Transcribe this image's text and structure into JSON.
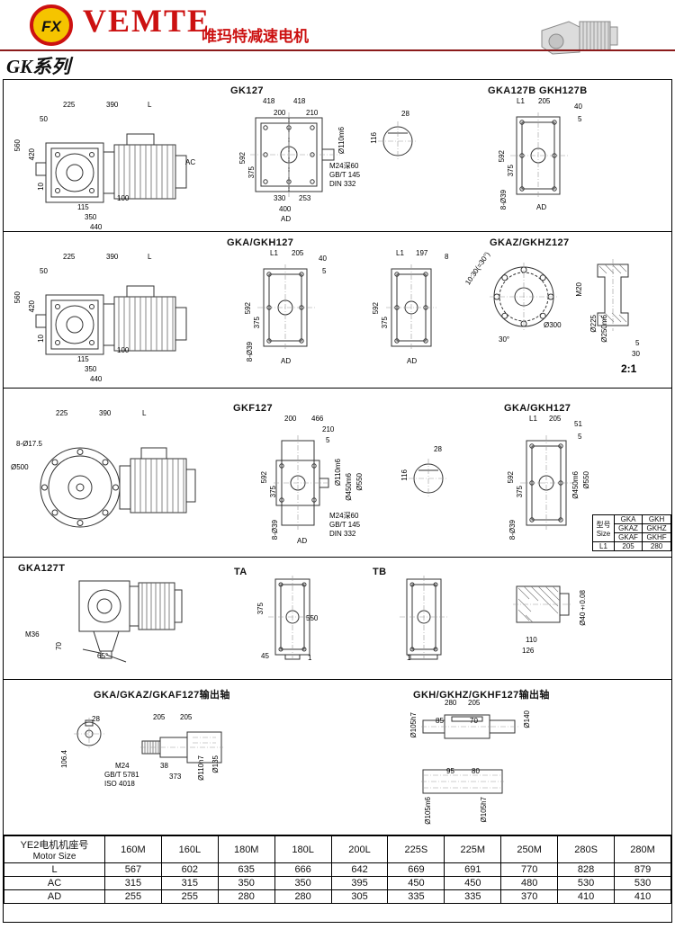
{
  "header": {
    "logo_mark": "FX",
    "brand": "VEMTE",
    "subtitle": "唯玛特减速电机",
    "series_title": "GK系列"
  },
  "colors": {
    "brand_red": "#cc1111",
    "rule_red": "#8b1a1a"
  },
  "panels": {
    "side127": {
      "labels": [
        "225",
        "390",
        "L",
        "50",
        "560",
        "420",
        "10",
        "100",
        "115",
        "350",
        "440",
        "AC"
      ]
    },
    "gk127_front": {
      "title": "GK127",
      "labels": [
        "418",
        "418",
        "200",
        "210",
        "Ø110m6",
        "592",
        "375",
        "330",
        "253",
        "400",
        "AD"
      ],
      "note": [
        "M24深60",
        "GB/T 145",
        "DIN 332"
      ]
    },
    "shaft_section": {
      "labels": [
        "28",
        "116"
      ]
    },
    "gka127b_front": {
      "title": "GKA127B GKH127B",
      "labels": [
        "L1",
        "205",
        "40",
        "5",
        "592",
        "375",
        "8-Ø39",
        "AD"
      ]
    },
    "gka_gkh127_front": {
      "title": "GKA/GKH127",
      "labels": [
        "L1",
        "205",
        "40",
        "5",
        "592",
        "375",
        "8-Ø39",
        "AD"
      ]
    },
    "gkz_front": {
      "labels": [
        "L1",
        "197",
        "8",
        "592",
        "375",
        "AD"
      ]
    },
    "gkaz127": {
      "title": "GKAZ/GKHZ127",
      "labels": [
        "10:30(=30°)",
        "30°",
        "Ø300",
        "M20",
        "Ø225",
        "Ø250m6",
        "5",
        "30"
      ],
      "scale_label": "2:1"
    },
    "gkf127_side": {
      "labels": [
        "225",
        "390",
        "L",
        "8-Ø17.5",
        "Ø500"
      ]
    },
    "gkf127_front": {
      "title": "GKF127",
      "labels": [
        "200",
        "466",
        "210",
        "5",
        "Ø110m6",
        "Ø450m6",
        "Ø550",
        "592",
        "375",
        "8-Ø39",
        "AD"
      ],
      "note": [
        "M24深60",
        "GB/T 145",
        "DIN 332"
      ]
    },
    "gka_gkh127_front2": {
      "title": "GKA/GKH127",
      "labels": [
        "L1",
        "205",
        "51",
        "5",
        "592",
        "375",
        "Ø450m6",
        "Ø550",
        "8-Ø39"
      ]
    },
    "size_table": {
      "model_cn": "型号",
      "model_en": "Size",
      "cells": [
        [
          "GKA",
          "GKH"
        ],
        [
          "GKAZ",
          "GKHZ"
        ],
        [
          "GKAF",
          "GKHF"
        ]
      ],
      "l1": [
        "L1",
        "205",
        "280"
      ]
    },
    "gka127t": {
      "title": "GKA127T",
      "labels": [
        "M36",
        "70",
        "65°"
      ]
    },
    "ta": {
      "title": "TA",
      "labels": [
        "375",
        "550",
        "45",
        "1"
      ]
    },
    "tb": {
      "title": "TB",
      "labels": [
        "1"
      ]
    },
    "shaft_detail": {
      "labels": [
        "110",
        "126",
        "Ø40±0.08"
      ]
    },
    "out_a": {
      "title": "GKA/GKAZ/GKAF127输出轴",
      "labels": [
        "28",
        "106.4",
        "205",
        "205",
        "M24",
        "GB/T 5781",
        "ISO 4018",
        "38",
        "373",
        "Ø110h7",
        "Ø135"
      ]
    },
    "out_h": {
      "title": "GKH/GKHZ/GKHF127输出轴",
      "labels": [
        "Ø105h7",
        "280",
        "205",
        "85",
        "70",
        "Ø140",
        "95",
        "80",
        "Ø105m6",
        "Ø105h7"
      ]
    }
  },
  "motor_table": {
    "header_cn": "YE2电机机座号",
    "header_en": "Motor Size",
    "columns": [
      "160M",
      "160L",
      "180M",
      "180L",
      "200L",
      "225S",
      "225M",
      "250M",
      "280S",
      "280M"
    ],
    "rows": [
      {
        "label": "L",
        "values": [
          "567",
          "602",
          "635",
          "666",
          "642",
          "669",
          "691",
          "770",
          "828",
          "879"
        ]
      },
      {
        "label": "AC",
        "values": [
          "315",
          "315",
          "350",
          "350",
          "395",
          "450",
          "450",
          "480",
          "530",
          "530"
        ]
      },
      {
        "label": "AD",
        "values": [
          "255",
          "255",
          "280",
          "280",
          "305",
          "335",
          "335",
          "370",
          "410",
          "410"
        ]
      }
    ]
  }
}
